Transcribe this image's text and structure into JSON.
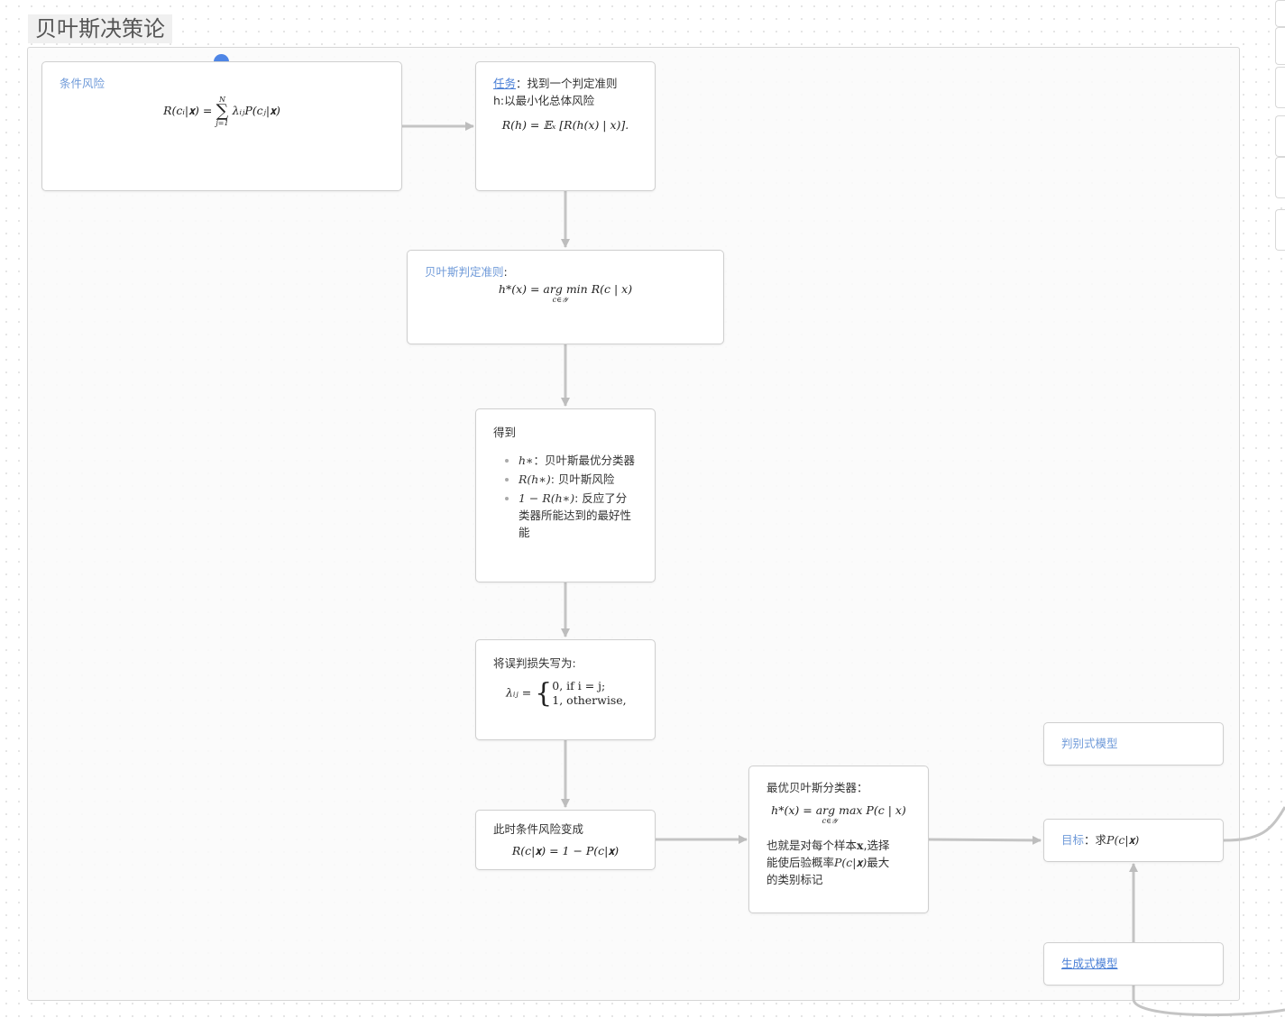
{
  "title": "贝叶斯决策论",
  "nodes": {
    "cond_risk": {
      "label": "条件风险",
      "formula_lhs": "R(cᵢ|𝐱) = ",
      "sum_top": "N",
      "sum_bottom": "j=1",
      "formula_rhs": "λᵢⱼP(cⱼ|𝐱)"
    },
    "task": {
      "link": "任务",
      "text1": "：找到一个判定准则",
      "text2": "h:以最小化总体风险",
      "formula": "R(h) = 𝔼ₓ [R(h(x) | x)]."
    },
    "bayes_rule": {
      "label": "贝叶斯判定准则",
      "colon": ":",
      "formula": "h*(x) = arg min R(c | x)",
      "sub": "c∈𝒴"
    },
    "result": {
      "heading": "得到",
      "items": [
        {
          "math": "h∗",
          "text": "：贝叶斯最优分类器"
        },
        {
          "math": "R(h∗)",
          "text": ": 贝叶斯风险"
        },
        {
          "math": "1 − R(h∗)",
          "text": ": 反应了分类器所能达到的最好性能"
        }
      ]
    },
    "loss": {
      "text": "将误判损失写为:",
      "lhs": "λᵢⱼ = ",
      "case1": "0,   if i = j;",
      "case2": "1,   otherwise,"
    },
    "cond_risk2": {
      "text": "此时条件风险变成",
      "formula": "R(c|𝐱) = 1 − P(c|𝐱)"
    },
    "optimal": {
      "heading": "最优贝叶斯分类器：",
      "formula": "h*(x) = arg max P(c | x)",
      "sub": "c∈𝒴",
      "line1a": "也就是对每个样本",
      "x": "𝐱",
      "line1b": ",选择",
      "line2a": "能使后验概率",
      "pc": "P(c|𝐱)",
      "line2b": "最大",
      "line3": "的类别标记"
    },
    "discriminative": {
      "label": "判别式模型"
    },
    "goal": {
      "label": "目标",
      "text": "：求",
      "math": "P(c|𝐱)"
    },
    "generative": {
      "label": "生成式模型"
    }
  }
}
